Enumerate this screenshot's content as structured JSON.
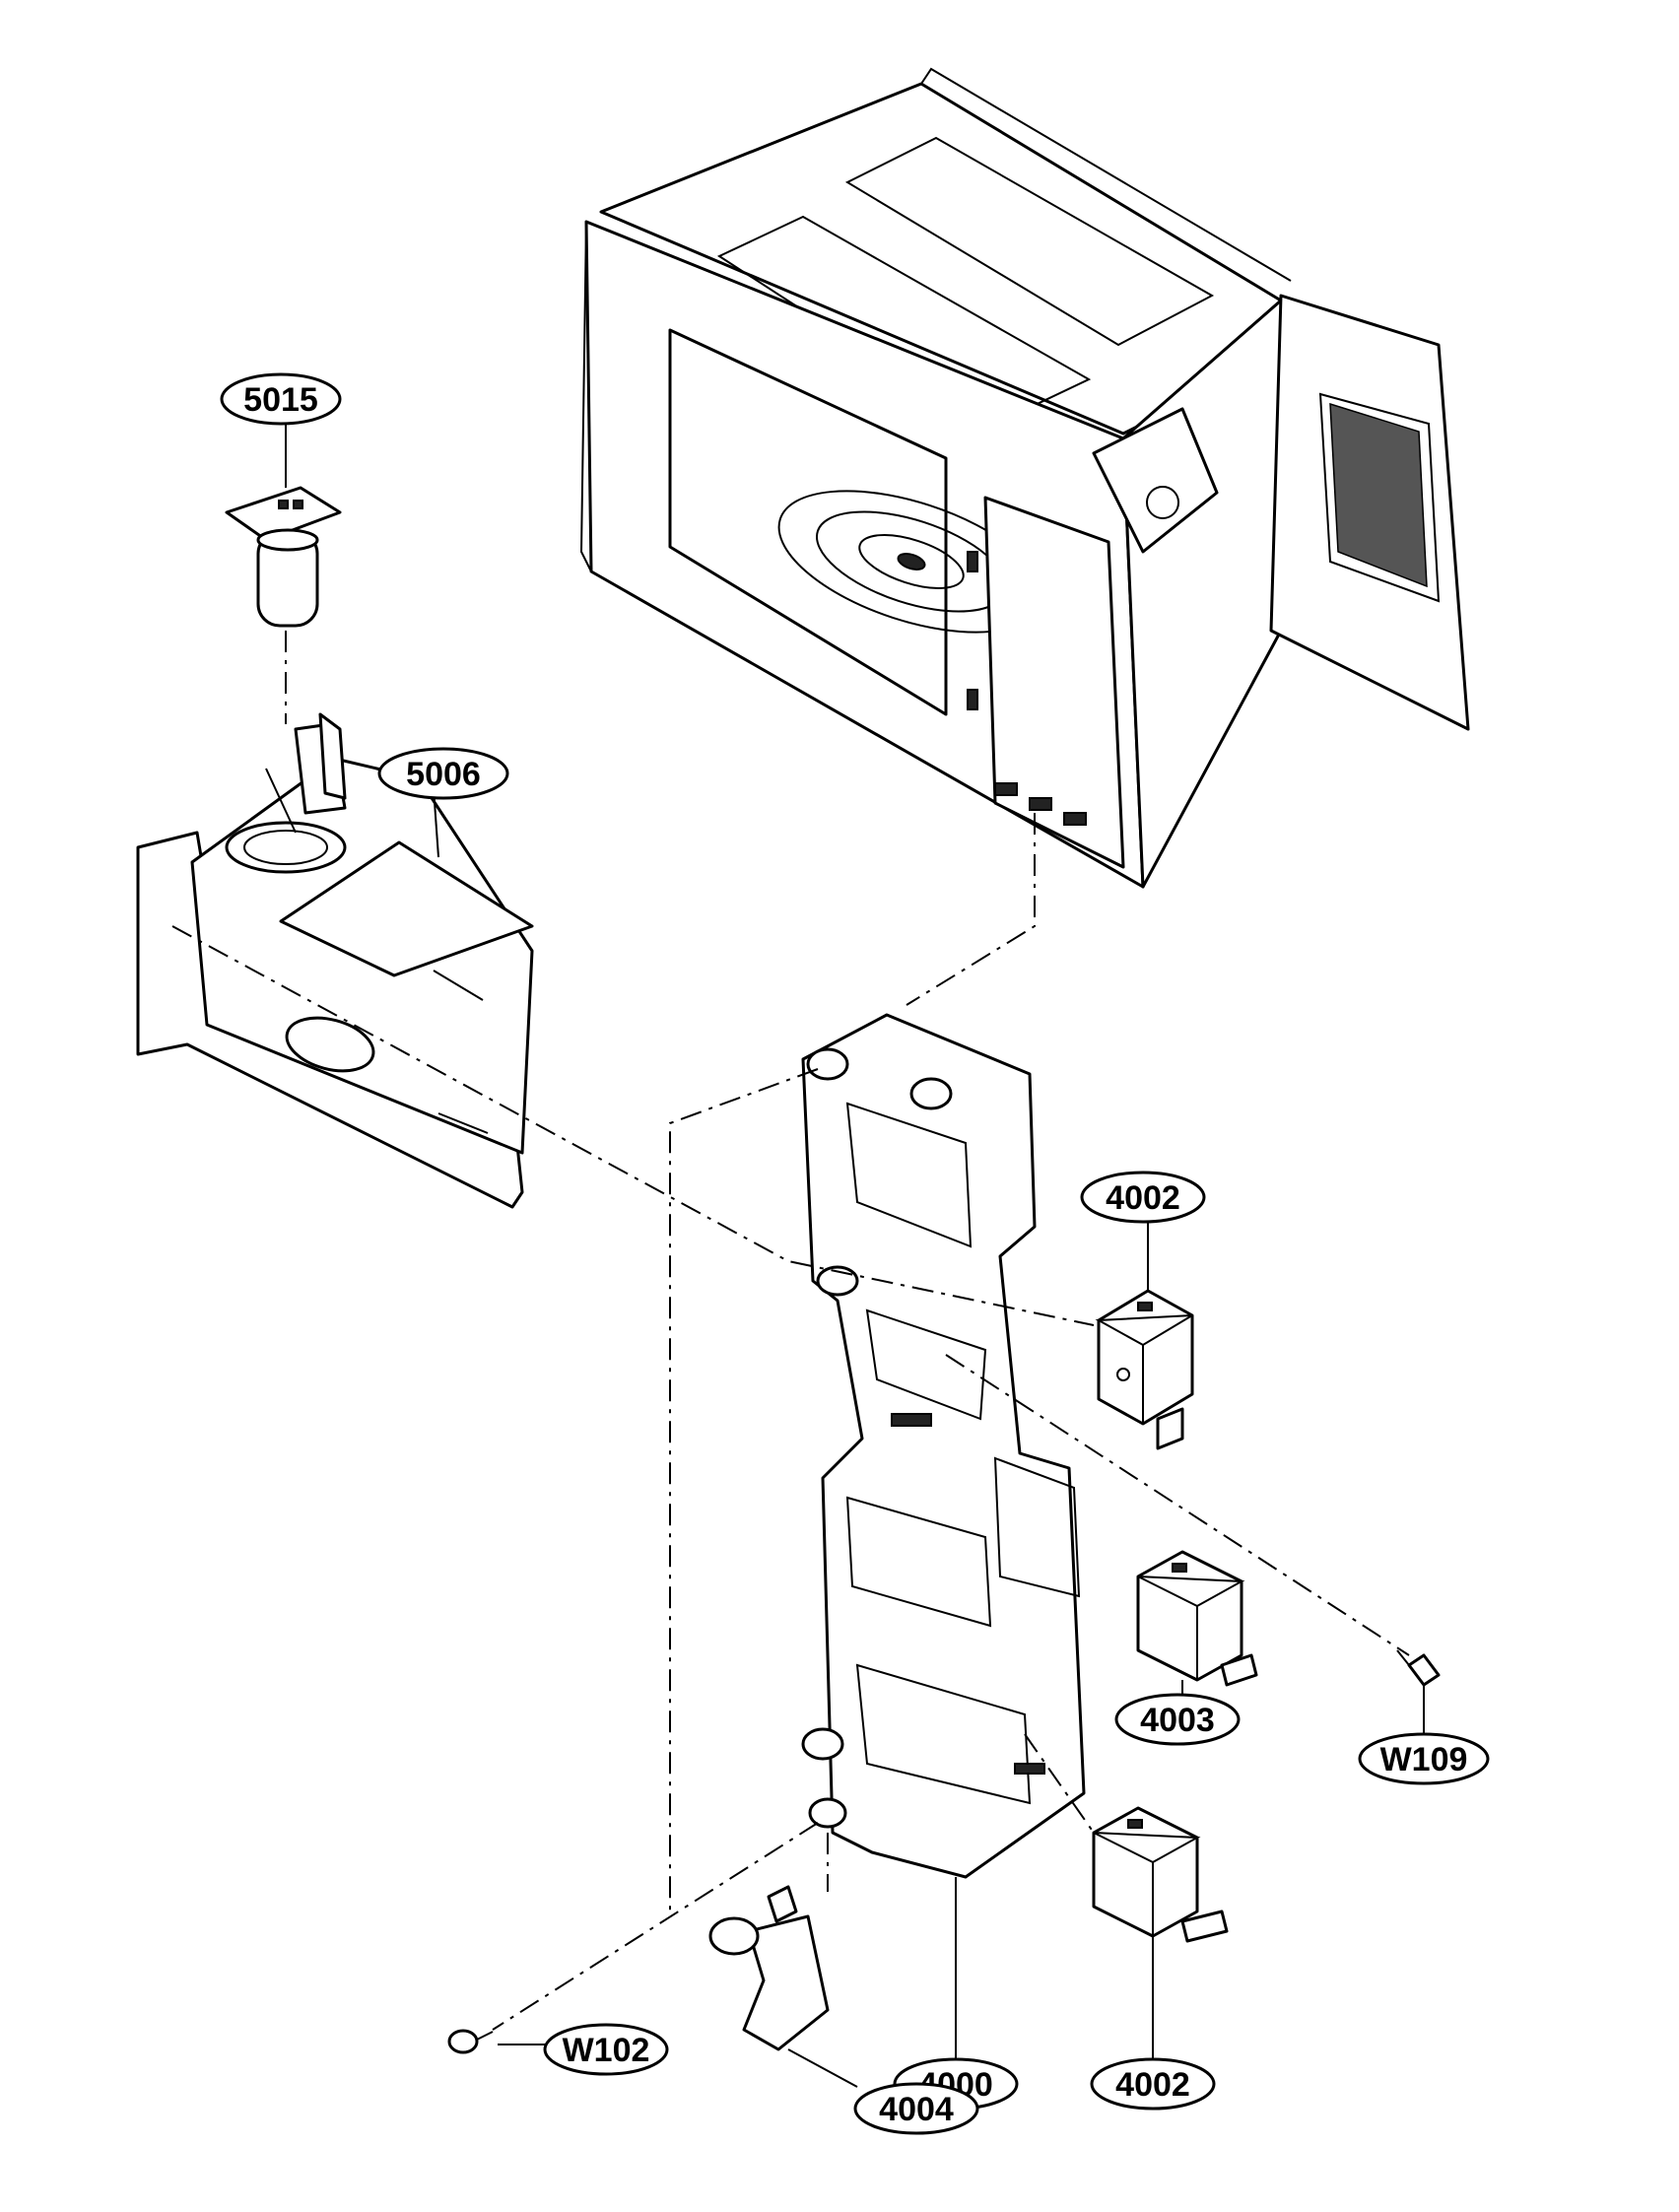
{
  "diagram": {
    "callouts": [
      {
        "id": "c5015",
        "label": "5015"
      },
      {
        "id": "c5006",
        "label": "5006"
      },
      {
        "id": "c4002a",
        "label": "4002"
      },
      {
        "id": "c4003",
        "label": "4003"
      },
      {
        "id": "cW109",
        "label": "W109"
      },
      {
        "id": "c4000",
        "label": "4000"
      },
      {
        "id": "c4002b",
        "label": "4002"
      },
      {
        "id": "cW102",
        "label": "W102"
      },
      {
        "id": "c4004",
        "label": "4004"
      }
    ]
  }
}
